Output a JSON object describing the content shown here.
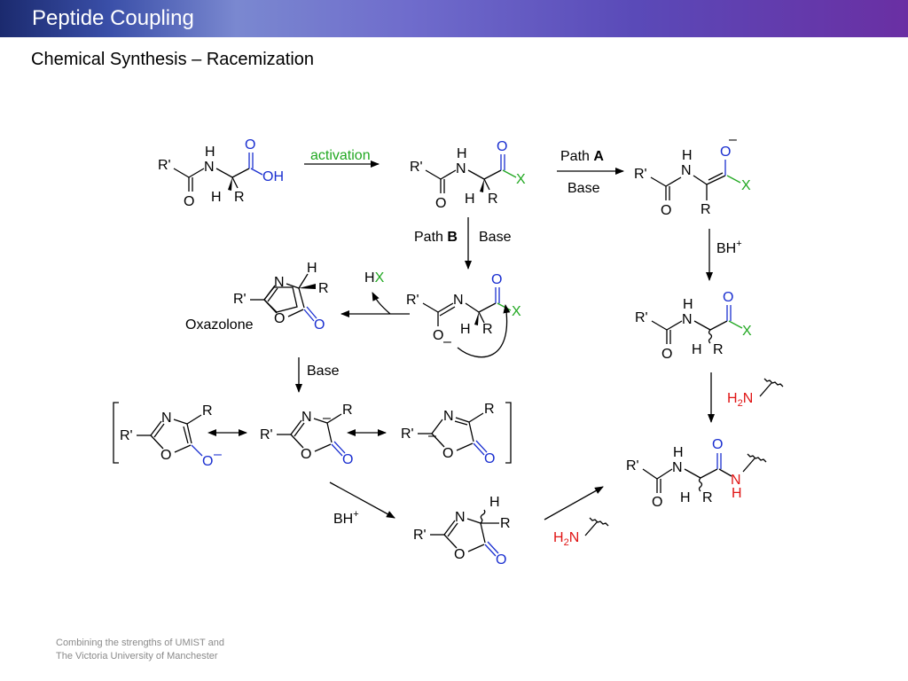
{
  "header": {
    "title": "Peptide Coupling"
  },
  "subtitle": "Chemical Synthesis – Racemization",
  "footer": {
    "line1": "Combining the strengths of UMIST and",
    "line2": "The Victoria University of Manchester"
  },
  "labels": {
    "activation": "activation",
    "path": "Path",
    "path_a": "A",
    "path_b": "B",
    "base": "Base",
    "oxazolone": "Oxazolone",
    "bh_plus": "BH",
    "plus": "+",
    "minus": "–",
    "hx_h": "H",
    "hx_x": "X",
    "h2n_h": "H",
    "h2n_2": "2",
    "h2n_n": "N"
  },
  "atoms": {
    "R1": "R'",
    "N": "N",
    "H": "H",
    "O": "O",
    "OH": "OH",
    "R": "R",
    "X": "X"
  },
  "colors": {
    "title_gradient_start": "#1b2a6e",
    "title_gradient_end": "#6a2fa3",
    "blue_atoms": "#1a2fd0",
    "green_atoms": "#22a822",
    "red_atoms": "#e01414",
    "footer_text": "#8a8a8a"
  }
}
